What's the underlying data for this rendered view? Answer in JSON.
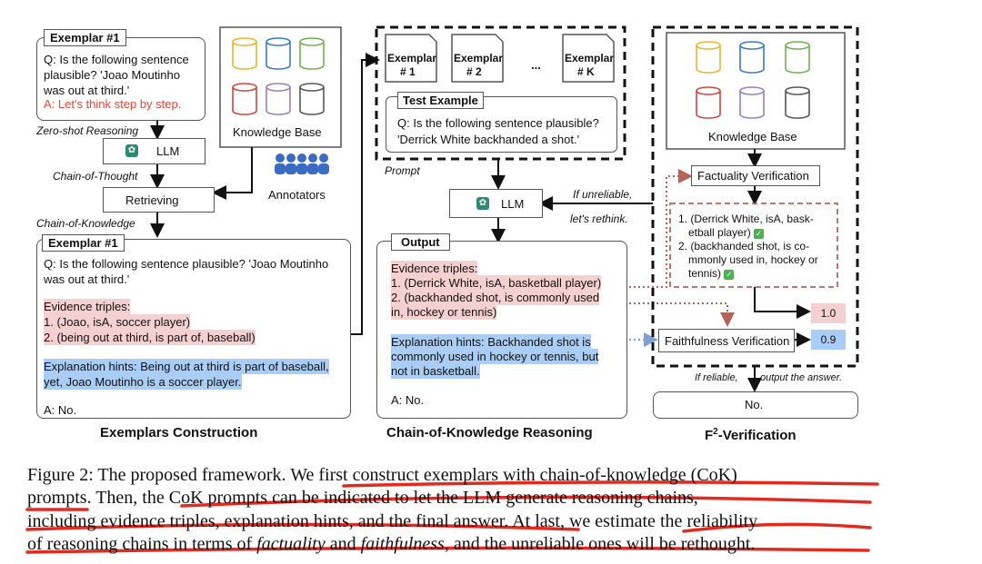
{
  "exemplars": {
    "top_box_title": "Exemplar #1",
    "top_box_q": [
      "Q: Is the following sentence",
      "plausible? 'Joao Moutinho",
      "was out at third.'"
    ],
    "top_box_a": "A: Let's think step by step.",
    "zero_shot": "Zero-shot Reasoning",
    "llm": "LLM",
    "chain_of_thought": "Chain-of-Thought",
    "retrieving": "Retrieving",
    "knowledge_base": "Knowledge Base",
    "annotators": "Annotators",
    "chain_of_knowledge": "Chain-of-Knowledge",
    "big_box_title": "Exemplar #1",
    "big_q": [
      "Q: Is the following sentence plausible? 'Joao Moutinho",
      "was out at third.'"
    ],
    "evidence_label": "Evidence triples:",
    "evidence_1": "1. (Joao, isA, soccer player)",
    "evidence_2": "2. (being out at third, is part of, baseball)",
    "explanation_1": "Explanation hints: Being out at third is part of baseball,",
    "explanation_2": "yet, Joao Moutinho is a soccer player.",
    "answer": "A: No.",
    "section_title": "Exemplars Construction"
  },
  "reasoning": {
    "exemplar_1": [
      "Exemplar",
      "# 1"
    ],
    "exemplar_2": [
      "Exemplar",
      "# 2"
    ],
    "ellipsis": "...",
    "exemplar_k": [
      "Exemplar",
      "# K"
    ],
    "test_title": "Test Example",
    "test_q": [
      "Q: Is the following sentence plausible?",
      "'Derrick White backhanded a shot.'"
    ],
    "prompt": "Prompt",
    "llm": "LLM",
    "if_unreliable": "If unreliable,",
    "rethink": "let's rethink.",
    "output_title": "Output",
    "evidence_label": "Evidence triples:",
    "evidence_1": "1. (Derrick White, isA, basketball player)",
    "evidence_2a": "2. (backhanded shot, is commonly used",
    "evidence_2b": "in, hockey or tennis)",
    "explanation": [
      "Explanation hints: Backhanded shot is",
      "commonly used in hockey or tennis, but",
      "not in basketball."
    ],
    "answer": "A: No.",
    "section_title": "Chain-of-Knowledge Reasoning"
  },
  "verification": {
    "knowledge_base": "Knowledge Base",
    "factuality": "Factuality Verification",
    "fact_lines": [
      "1. (Derrick White, isA, bask-",
      "etball player)",
      "2. (backhanded shot, is co-",
      "mmonly used in, hockey or",
      "tennis)"
    ],
    "score_fact": "1.0",
    "faithfulness": "Faithfulness Verification",
    "score_faith": "0.9",
    "if_reliable": "If reliable,",
    "output_answer": "output the answer.",
    "final": "No.",
    "section_title_main": "F",
    "section_title_sup": "2",
    "section_title_rest": "-Verification"
  },
  "caption": {
    "line1_a": "Figure 2: The proposed framework. ",
    "line1_b": "We first construct exemplars with chain-of-knowledge (CoK)",
    "line2_a": "prompts",
    "line2_b": ".  Then, t",
    "line2_c": "he CoK prompts can be indicated to let the LLM generate reasoning chains,",
    "line3_a": "including evidence triples, explanation hints, and the final answer",
    "line3_b": ". At last, we ",
    "line3_c": "estimate the reliability",
    "line4_a": "of reasoning chains in terms of ",
    "line4_b": "factuality",
    "line4_c": " and ",
    "line4_d": "faithfulness",
    "line4_e": ", and the unreliable ones will be rethought",
    "line4_f": "."
  },
  "colors": {
    "annotation_red": "#e22a1f",
    "pink_highlight": "#f5d0d0",
    "blue_highlight": "#a9cdf5",
    "check_green": "#4caf50"
  }
}
